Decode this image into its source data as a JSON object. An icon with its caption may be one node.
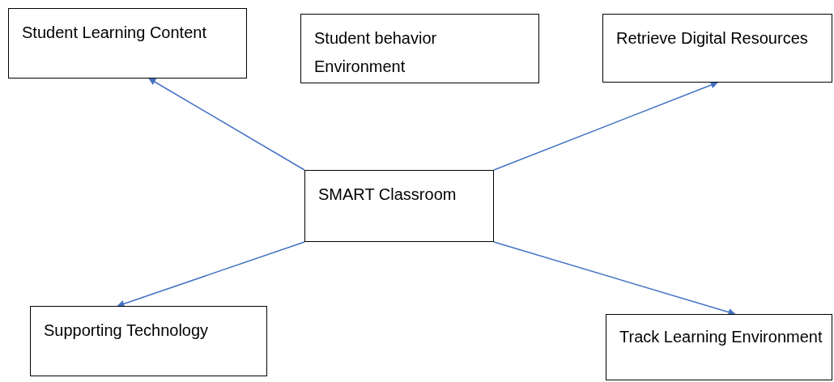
{
  "diagram": {
    "nodes": [
      {
        "text": [
          "Student Learning Content"
        ]
      },
      {
        "text": [
          "Student behavior Environment"
        ]
      },
      {
        "text": [
          "Retrieve Digital Resources"
        ]
      },
      {
        "text": [
          "SMART Classroom"
        ]
      },
      {
        "text": [
          "Supporting Technology"
        ]
      },
      {
        "text": [
          "Track Learning Environment"
        ]
      }
    ],
    "edges": [
      {
        "from": 3,
        "to": 0,
        "arrow": "to"
      },
      {
        "from": 3,
        "to": 2,
        "arrow": "to"
      },
      {
        "from": 3,
        "to": 4,
        "arrow": "to"
      },
      {
        "from": 3,
        "to": 5,
        "arrow": "to"
      }
    ]
  }
}
